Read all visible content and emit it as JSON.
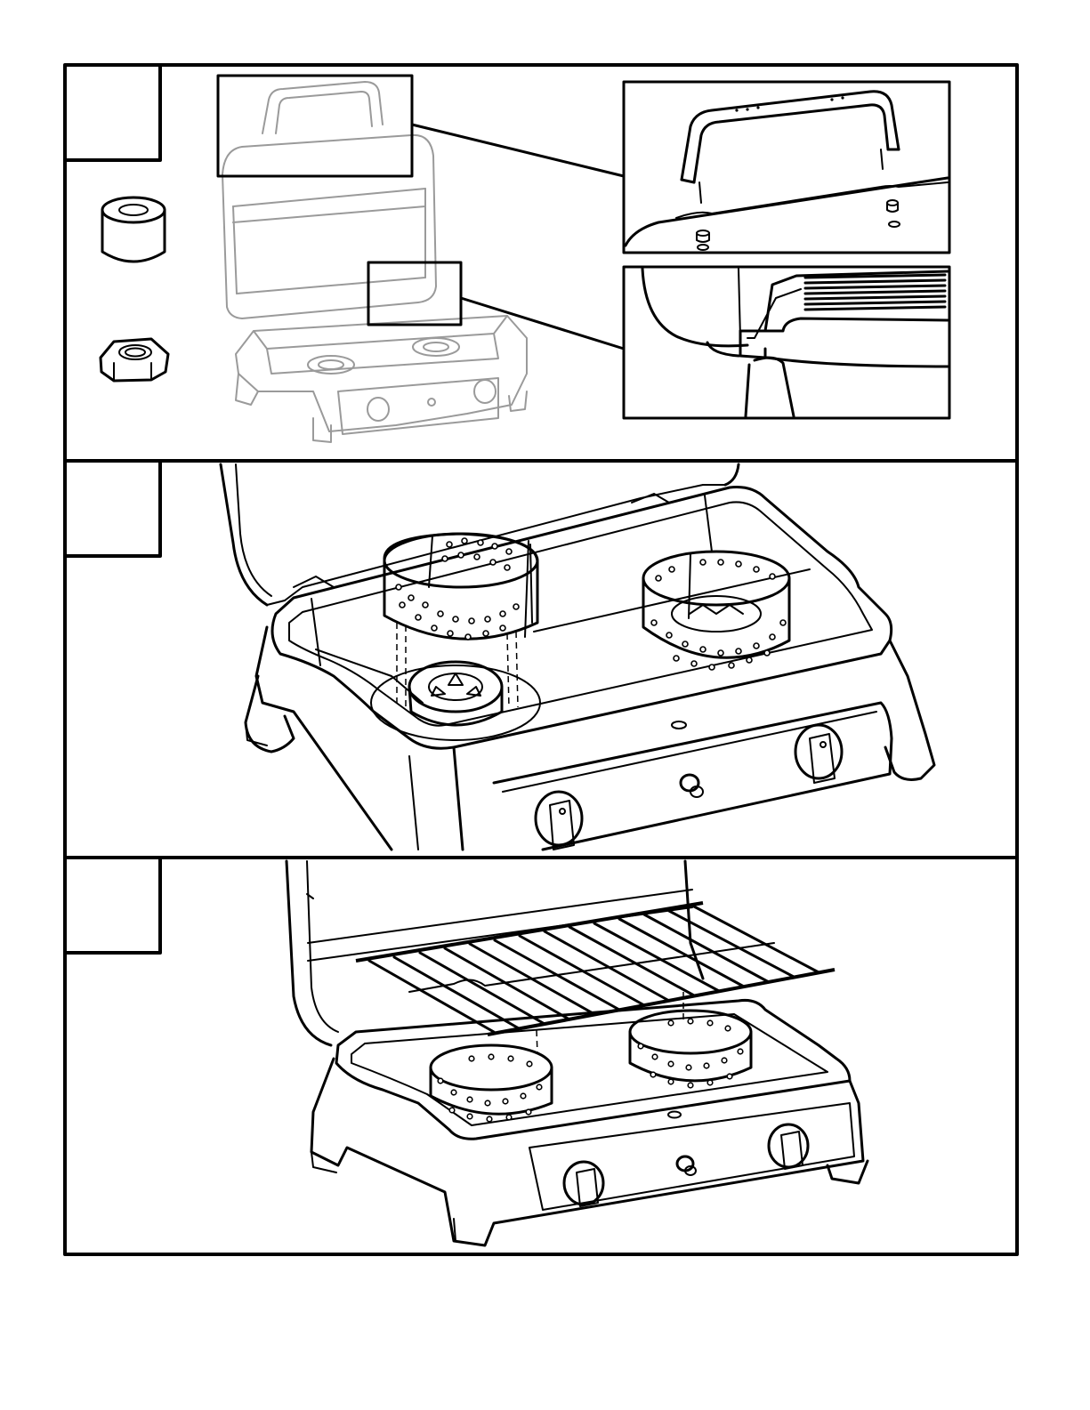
{
  "steps": [
    {
      "number": "",
      "parts": [
        {
          "name": "spacer",
          "icon": "spacer-cylinder-icon"
        },
        {
          "name": "hex-nut",
          "icon": "hex-nut-icon"
        }
      ],
      "callouts": [
        "lid-handle-attachment",
        "hinge-detail"
      ]
    },
    {
      "number": "",
      "content": "heat-shield-rings-over-burners"
    },
    {
      "number": "",
      "content": "cooking-grate-placement"
    }
  ],
  "colors": {
    "line": "#000000",
    "faint": "#9a9a9a",
    "background": "#ffffff"
  }
}
